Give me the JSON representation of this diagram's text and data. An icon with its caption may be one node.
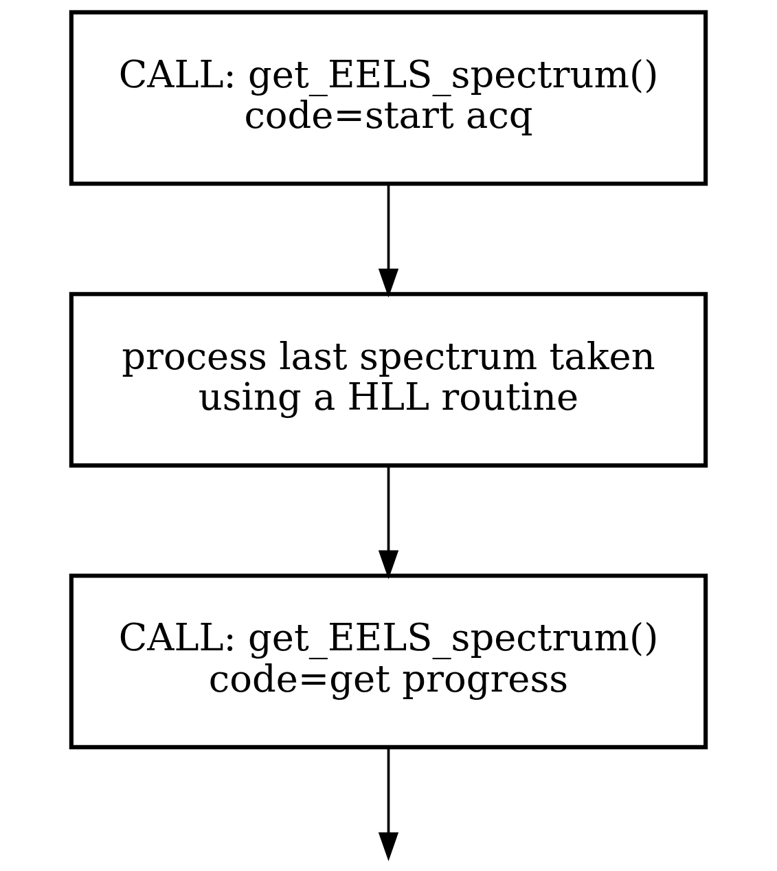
{
  "diagram": {
    "nodes": [
      {
        "text": [
          "CALL: get_EELS_spectrum()",
          "code=start acq"
        ]
      },
      {
        "text": [
          "process last spectrum taken using a HLL routine"
        ]
      },
      {
        "text": [
          "CALL: get_EELS_spectrum()",
          "code=get progress"
        ]
      }
    ],
    "edges": [
      {
        "from": 0,
        "to": 1,
        "arrow": "to"
      },
      {
        "from": 1,
        "to": 2,
        "arrow": "to"
      },
      {
        "from": 2,
        "to": null,
        "arrow": "to"
      }
    ]
  }
}
